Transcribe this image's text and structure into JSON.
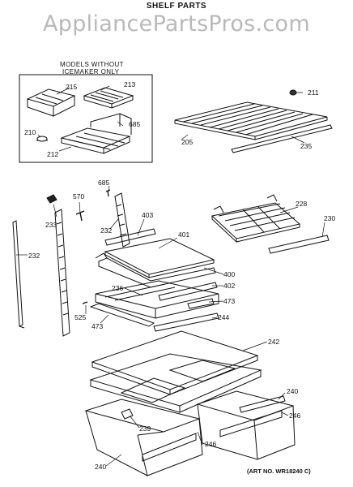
{
  "title": "SHELF PARTS",
  "watermark": "AppliancePartsPros.com",
  "inset": {
    "line1": "MODELS WITHOUT",
    "line2": "ICEMAKER ONLY"
  },
  "art_number": "(ART NO. WR18240 C)",
  "callouts": {
    "p215": "215",
    "p213": "213",
    "p685a": "685",
    "p210": "210",
    "p212": "212",
    "p211": "211",
    "p205": "205",
    "p235": "235",
    "p685b": "685",
    "p570": "570",
    "p233": "233",
    "p232a": "232",
    "p403": "403",
    "p232b": "232",
    "p401": "401",
    "p228": "228",
    "p230": "230",
    "p400": "400",
    "p402": "402",
    "p236": "236",
    "p473a": "473",
    "p525": "525",
    "p244": "244",
    "p473b": "473",
    "p242": "242",
    "p240a": "240",
    "p239": "239",
    "p246a": "246",
    "p246b": "246",
    "p240b": "240"
  }
}
